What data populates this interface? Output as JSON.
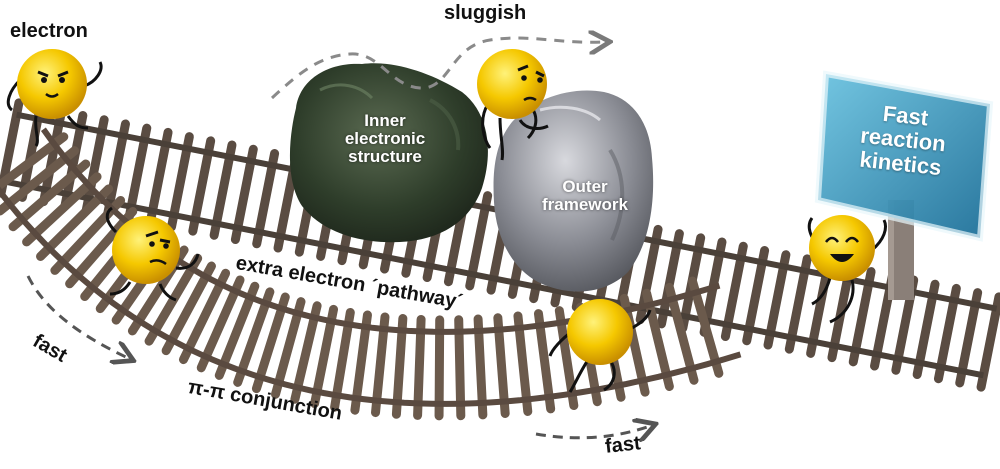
{
  "labels": {
    "electron": "electron",
    "sluggish": "sluggish",
    "inner_line1": "Inner",
    "inner_line2": "electronic",
    "inner_line3": "structure",
    "outer_line1": "Outer",
    "outer_line2": "framework",
    "sign_line1": "Fast",
    "sign_line2": "reaction",
    "sign_line3": "kinetics",
    "pathway": "extra electron ´pathway´",
    "fast_left": "fast",
    "pi_conj": "π-π conjunction",
    "fast_bottom": "fast"
  },
  "colors": {
    "rail": "#4a4038",
    "tie": "#5a4c42",
    "electron": "#f5c800",
    "inner_rock": "#2e3d2a",
    "outer_rock": "#8a8c94",
    "sign": "#2f8fb5",
    "arrow": "#7a7a7a"
  },
  "icons": [
    "electron-neutral-icon",
    "electron-determined-icon",
    "electron-sad-icon",
    "electron-happy-icon",
    "electron-running-icon"
  ]
}
